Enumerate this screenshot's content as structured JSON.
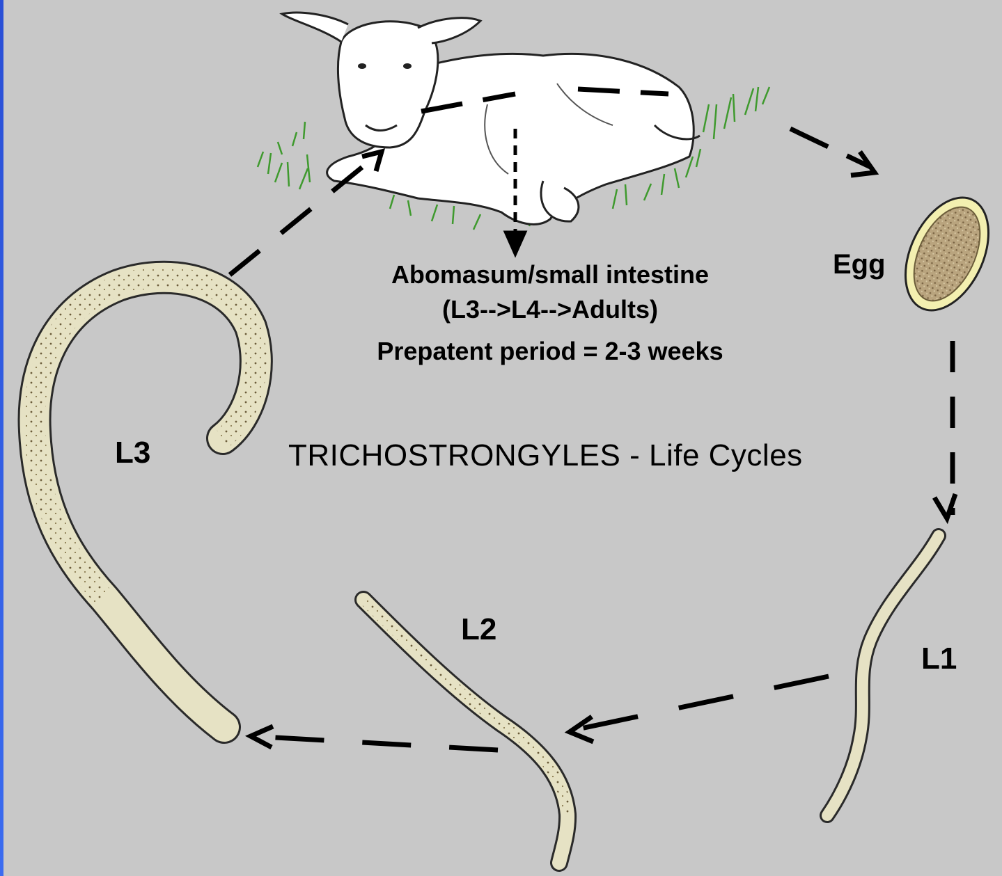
{
  "host": {
    "location_line1": "Abomasum/small intestine",
    "location_line2": "(L3-->L4-->Adults)",
    "prepatent": "Prepatent period = 2-3 weeks"
  },
  "title": "TRICHOSTRONGYLES - Life Cycles",
  "stages": {
    "egg": "Egg",
    "l1": "L1",
    "l2": "L2",
    "l3": "L3"
  },
  "colors": {
    "background": "#c8c8c8",
    "larva_body": "#e6e2c4",
    "egg_shell": "#f3efb0",
    "egg_inner": "#b9a47e",
    "grass": "#3f9a2e",
    "arrow": "#000000"
  }
}
